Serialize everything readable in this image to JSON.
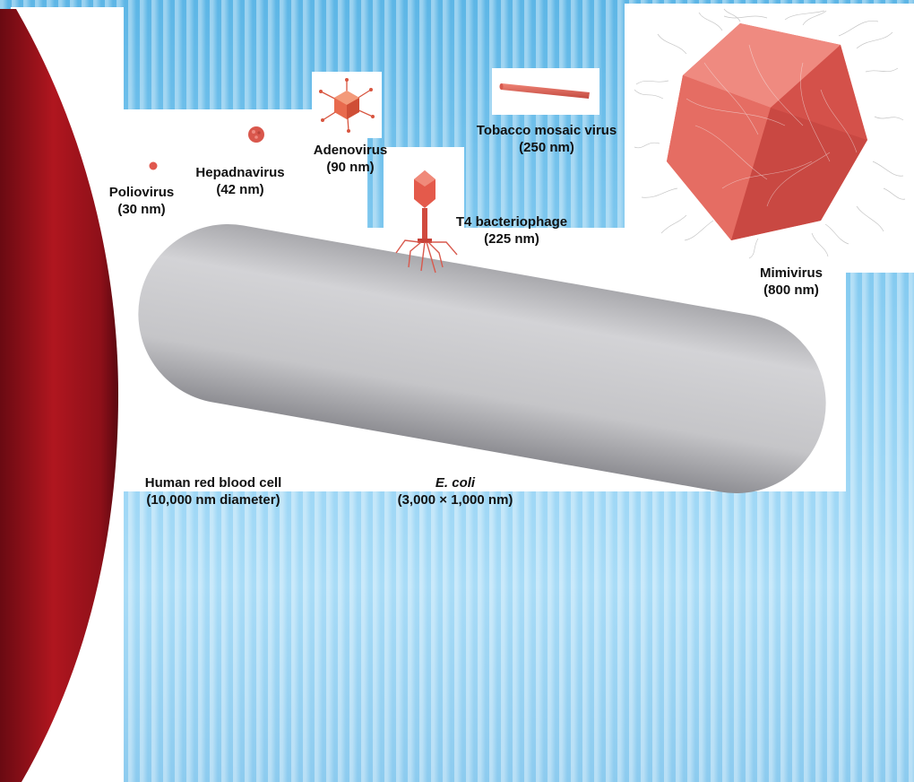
{
  "specimens": {
    "poliovirus": {
      "name": "Poliovirus",
      "size": "(30 nm)"
    },
    "hepadnavirus": {
      "name": "Hepadnavirus",
      "size": "(42 nm)"
    },
    "adenovirus": {
      "name": "Adenovirus",
      "size": "(90 nm)"
    },
    "tobacco_mosaic": {
      "name": "Tobacco mosaic virus",
      "size": "(250 nm)"
    },
    "t4": {
      "name": "T4 bacteriophage",
      "size": "(225 nm)"
    },
    "mimivirus": {
      "name": "Mimivirus",
      "size": "(800 nm)"
    },
    "ecoli": {
      "name": "E. coli",
      "size": "(3,000 × 1,000 nm)"
    },
    "rbc": {
      "name": "Human red blood cell",
      "size": "(10,000 nm diameter)"
    }
  },
  "colors": {
    "virus": "#e0584e",
    "blood_cell": "#9e1520",
    "ecoli": "#b8b8bc",
    "background": "#7cc5ee"
  }
}
